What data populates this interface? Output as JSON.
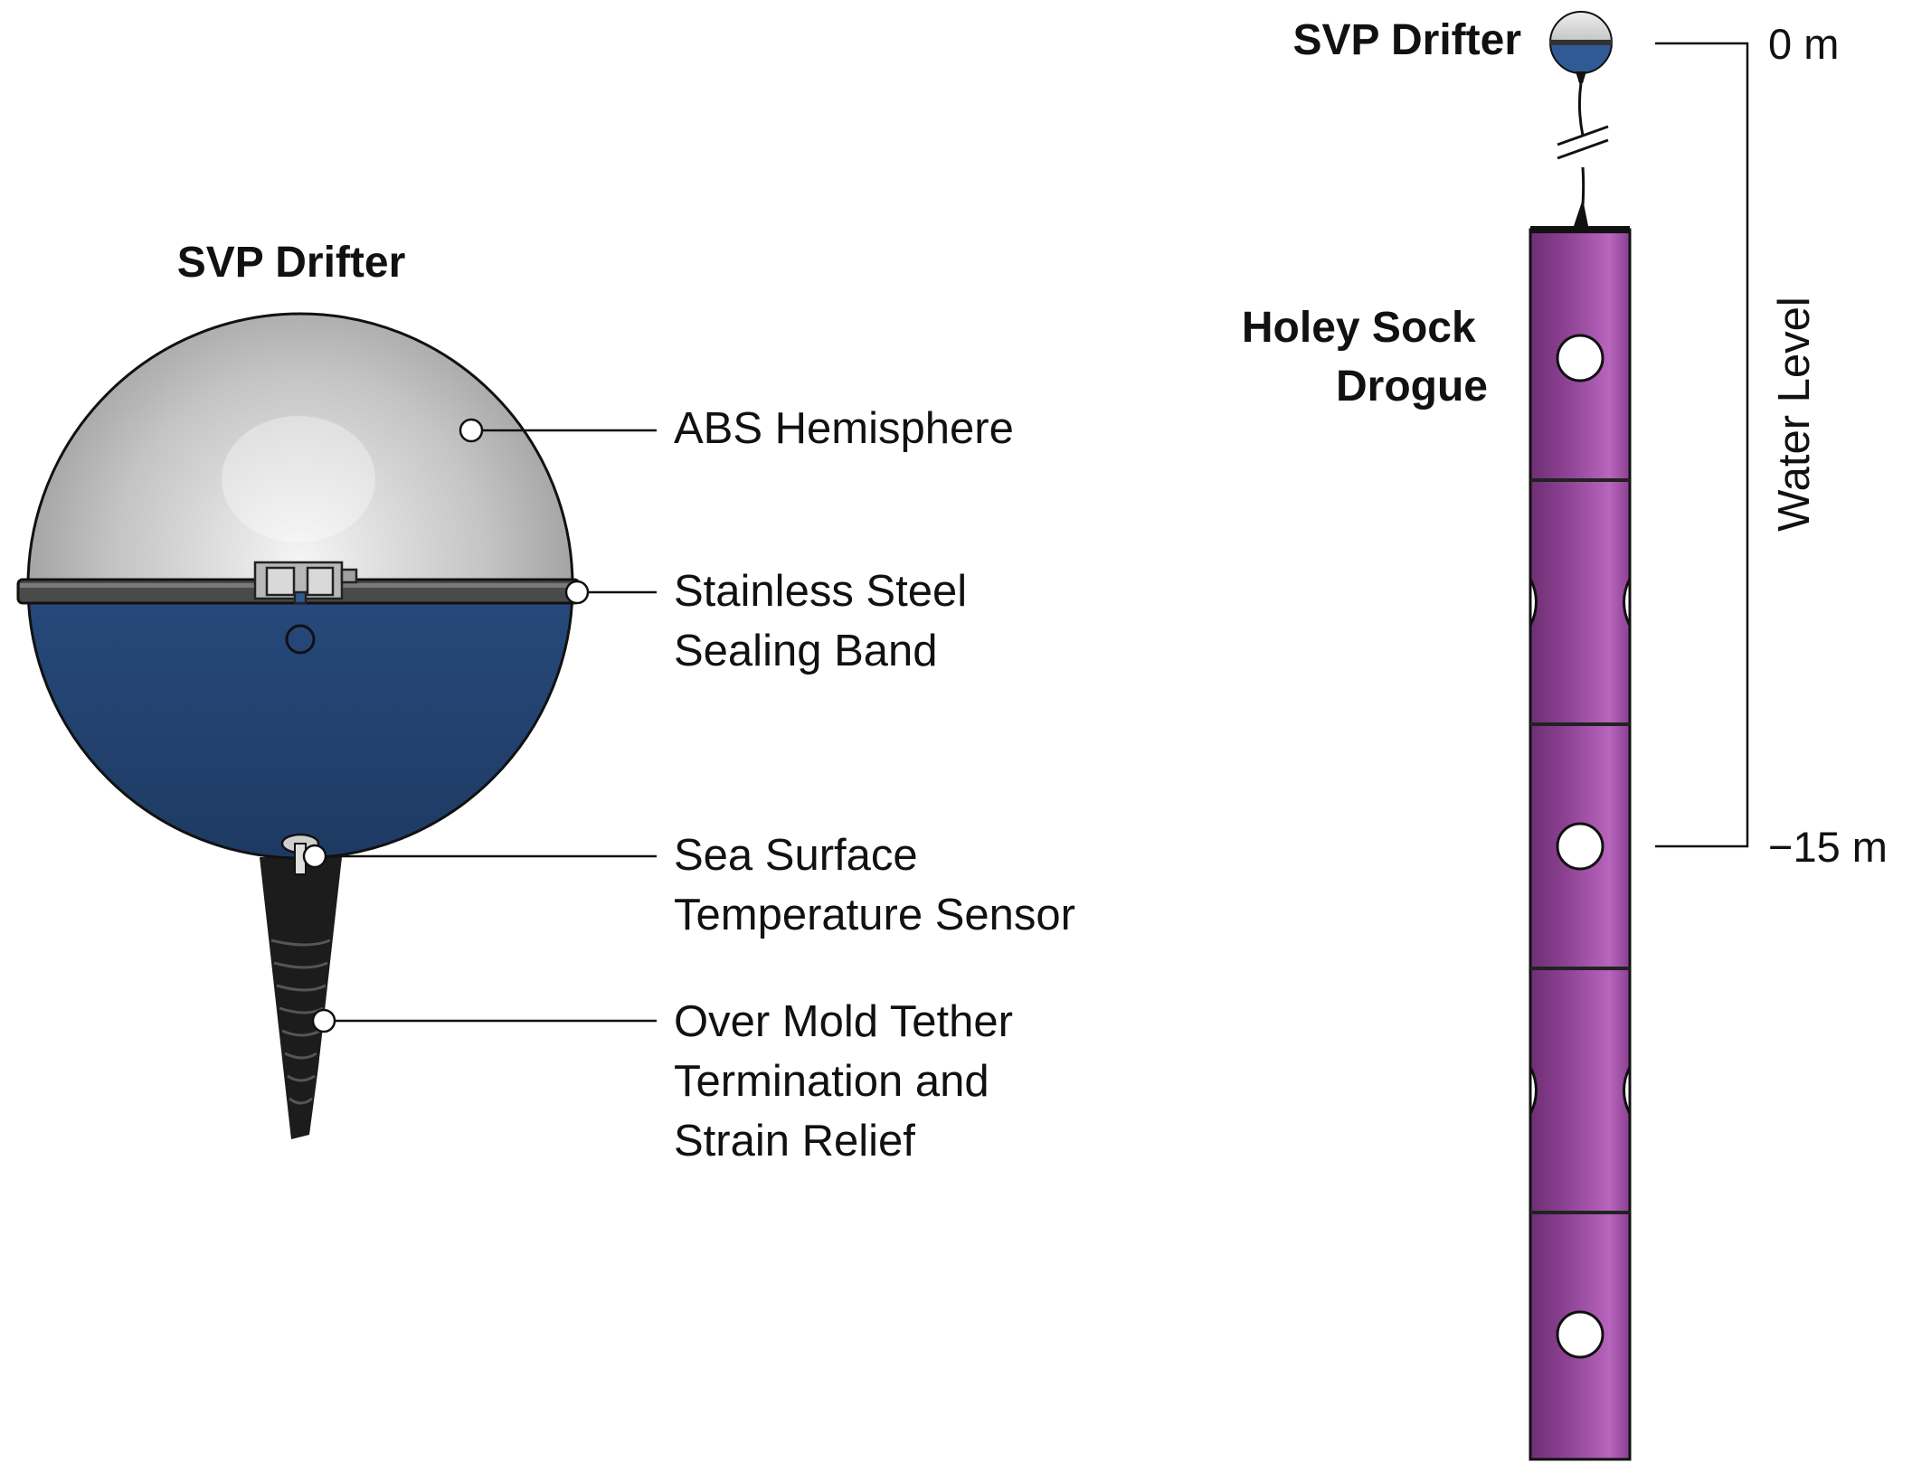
{
  "left_panel": {
    "title": "SVP Drifter",
    "callouts": [
      {
        "id": "abs-hemisphere",
        "lines": [
          "ABS Hemisphere"
        ]
      },
      {
        "id": "sealing-band",
        "lines": [
          "Stainless Steel",
          "Sealing Band"
        ]
      },
      {
        "id": "sst-sensor",
        "lines": [
          "Sea Surface",
          "Temperature Sensor"
        ]
      },
      {
        "id": "tether-termination",
        "lines": [
          "Over Mold Tether",
          "Termination and",
          "Strain Relief"
        ]
      }
    ]
  },
  "right_panel": {
    "drifter_title": "SVP Drifter",
    "drogue_title": [
      "Holey Sock",
      "Drogue"
    ],
    "axis_label": "Water Level",
    "depth_top": "0 m",
    "depth_bottom": "−15 m"
  },
  "colors": {
    "hemisphere_top": "#b9b9b9",
    "hemisphere_bottom": "#2c4f82",
    "band": "#4a4a4a",
    "tether": "#1a1a1a",
    "drogue": "#8a3f90",
    "drogue_highlight": "#b562b9"
  }
}
